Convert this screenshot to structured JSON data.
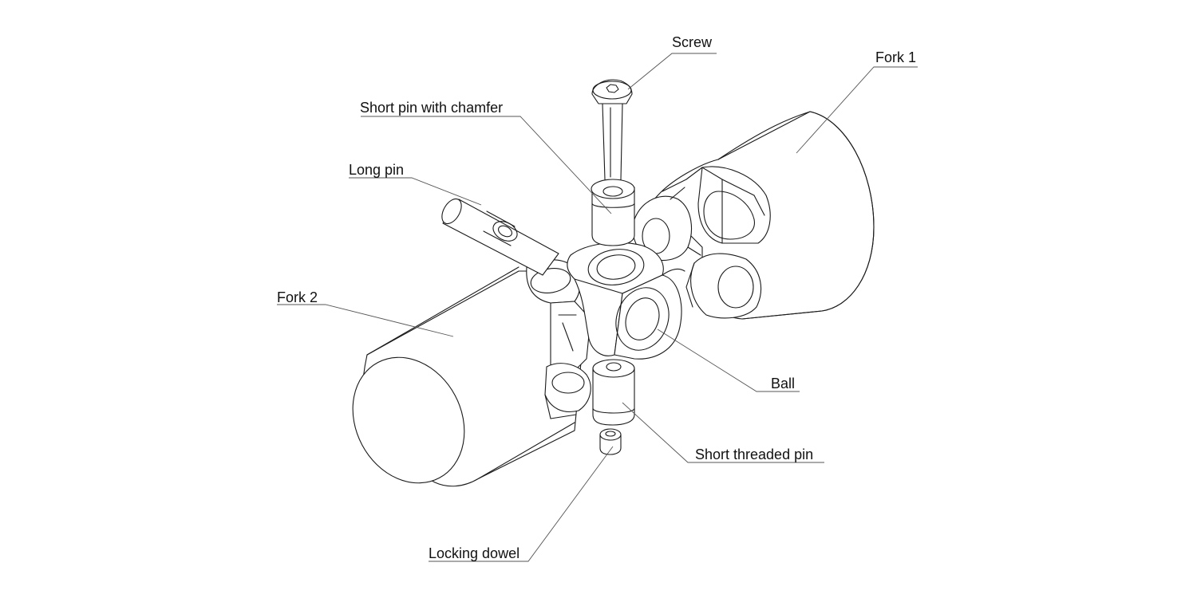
{
  "labels": {
    "screw": "Screw",
    "fork1": "Fork 1",
    "short_pin_chamfer": "Short pin with chamfer",
    "long_pin": "Long pin",
    "fork2": "Fork 2",
    "ball": "Ball",
    "short_threaded_pin": "Short threaded pin",
    "locking_dowel": "Locking dowel"
  }
}
